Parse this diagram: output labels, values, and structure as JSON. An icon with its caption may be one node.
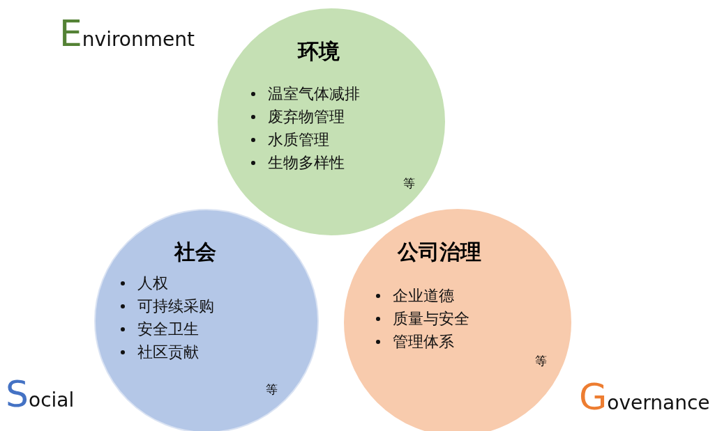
{
  "diagram": {
    "nodes": [
      {
        "text": [
          "环境",
          "温室气体减排",
          "废弃物管理",
          "水质管理",
          "生物多样性",
          "等"
        ]
      },
      {
        "text": [
          "社会",
          "人权",
          "可持续采购",
          "安全卫生",
          "社区贡献",
          "等"
        ]
      },
      {
        "text": [
          "公司治理",
          "企业道德",
          "质量与安全",
          "管理体系",
          "等"
        ]
      }
    ],
    "labels": [
      "Environment",
      "Social",
      "Governance"
    ]
  }
}
